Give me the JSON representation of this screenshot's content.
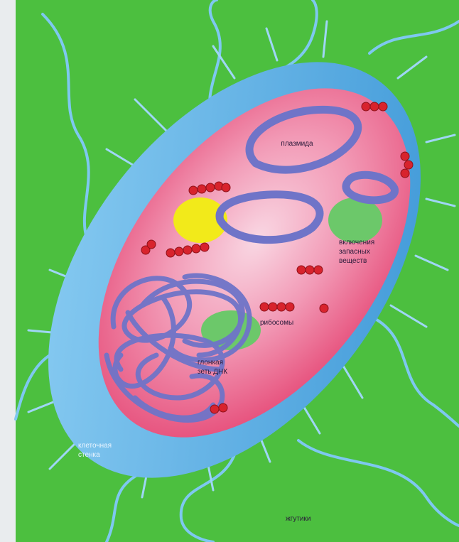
{
  "labels": {
    "plasmid": "плазмида",
    "inclusions_1": "включения",
    "inclusions_2": "запасных",
    "inclusions_3": "веществ",
    "ribosomes": "рибосомы",
    "dna_1": "глонкая",
    "dna_2": "зеть ДНК",
    "wall_1": "клеточная",
    "wall_2": "стенка",
    "flagella": "жгутики"
  },
  "colors": {
    "background": "#4cbf3f",
    "cell_wall": "#4aa6e0",
    "cytoplasm": "#e8507a",
    "dna": "#6f74c8",
    "ribosome": "#d8232d",
    "inclusion_yellow": "#f2ea1a",
    "inclusion_green": "#6cc86a"
  }
}
